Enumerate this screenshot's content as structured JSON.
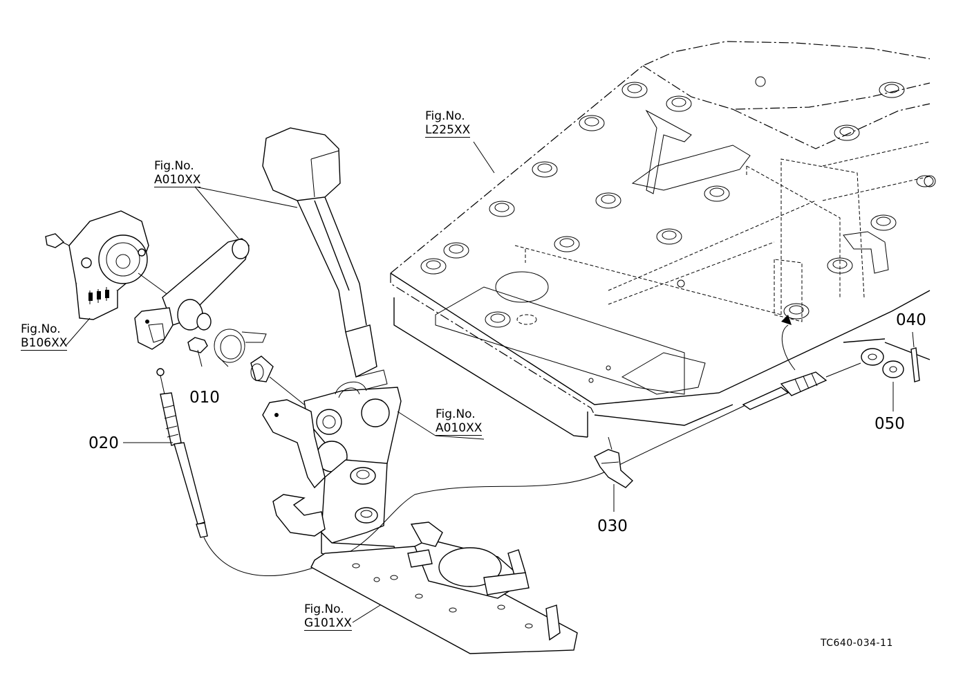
{
  "part_labels": {
    "p010": "010",
    "p020": "020",
    "p030": "030",
    "p040": "040",
    "p050": "050"
  },
  "figure_refs": {
    "a010_top": {
      "label": "Fig.No.",
      "code": "A010XX"
    },
    "a010_right": {
      "label": "Fig.No.",
      "code": "A010XX"
    },
    "b106": {
      "label": "Fig.No.",
      "code": "B106XX"
    },
    "l225": {
      "label": "Fig.No.",
      "code": "L225XX"
    },
    "g101": {
      "label": "Fig.No.",
      "code": "G101XX"
    }
  },
  "drawing_code": "TC640-034-11"
}
